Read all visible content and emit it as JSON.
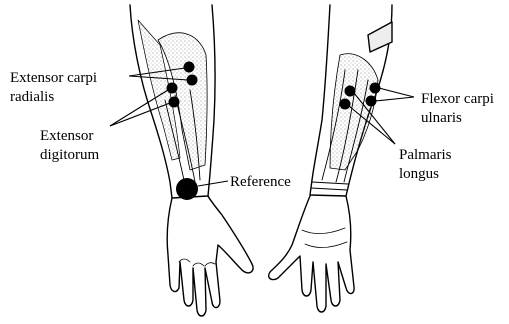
{
  "labels": {
    "extensor_carpi_radialis_line1": "Extensor carpi",
    "extensor_carpi_radialis_line2": "radialis",
    "extensor_digitorum_line1": "Extensor",
    "extensor_digitorum_line2": "digitorum",
    "reference": "Reference",
    "flexor_carpi_ulnaris_line1": "Flexor carpi",
    "flexor_carpi_ulnaris_line2": "ulnaris",
    "palmaris_longus_line1": "Palmaris",
    "palmaris_longus_line2": "longus"
  },
  "colors": {
    "ink": "#000000",
    "paper": "#ffffff",
    "muscle_shading": "#c8c8c8"
  }
}
